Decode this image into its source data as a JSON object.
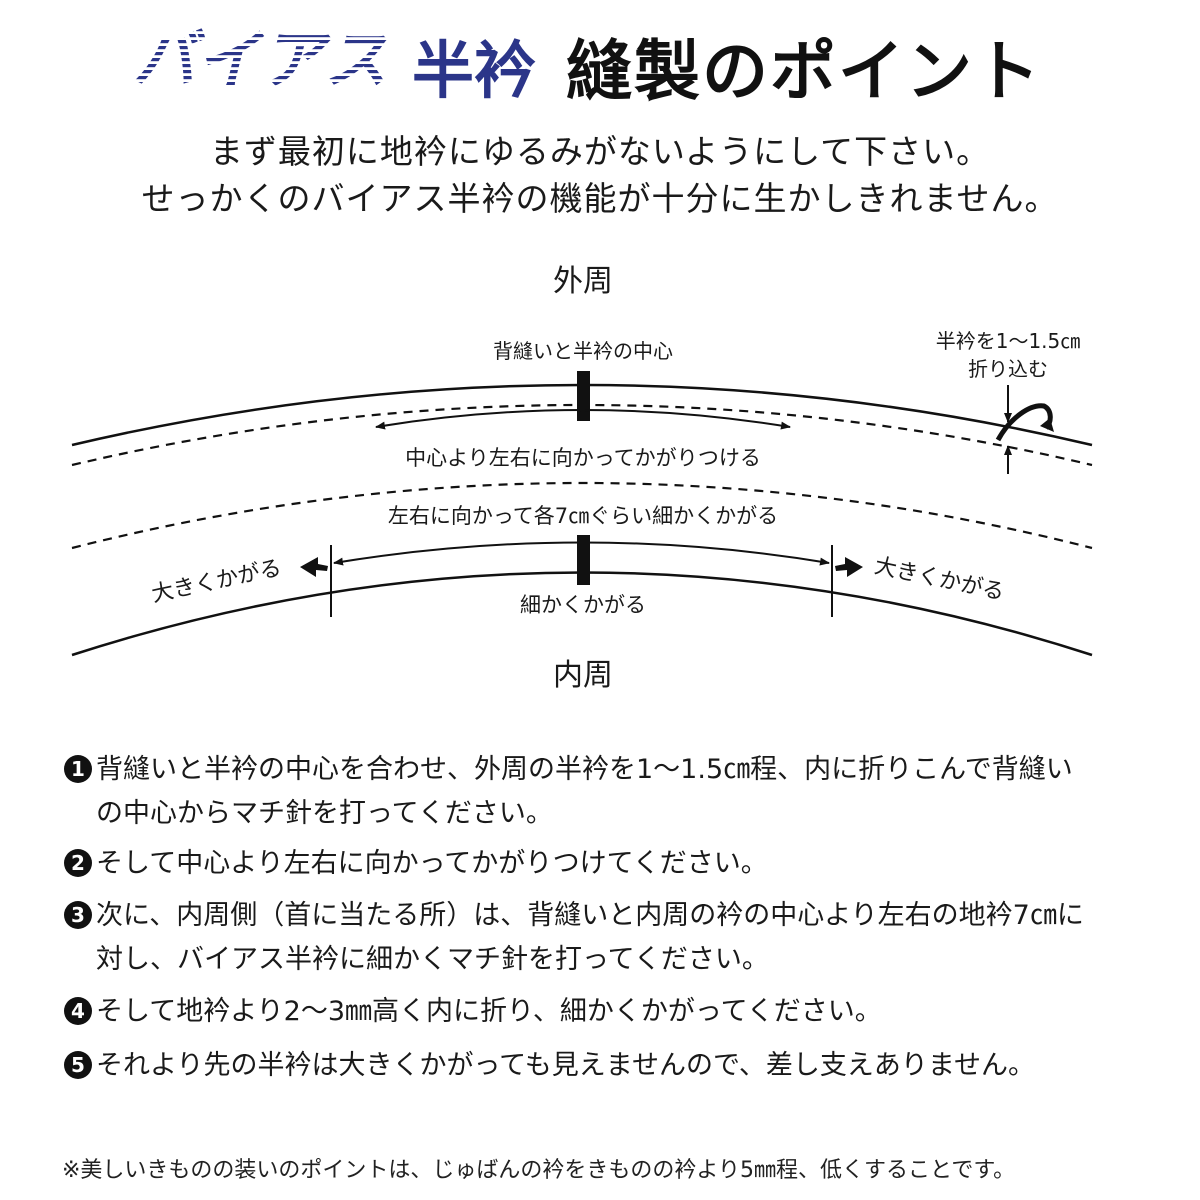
{
  "title": {
    "accent": "バイアス",
    "mid": "半衿",
    "main": "縫製のポイント",
    "colors": {
      "accent": "#2b3589",
      "text": "#111111"
    }
  },
  "intro": {
    "line1": "まず最初に地衿にゆるみがないようにして下さい。",
    "line2": "せっかくのバイアス半衿の機能が十分に生かしきれません。"
  },
  "diagram": {
    "outer_label": "外周",
    "inner_label": "内周",
    "center_label": "背縫いと半衿の中心",
    "fold_label_1": "半衿を1～1.5㎝",
    "fold_label_2": "折り込む",
    "stitch_outward": "中心より左右に向かってかがりつける",
    "fine_range": "左右に向かって各7㎝ぐらい細かくかがる",
    "large_left": "大きくかがる",
    "large_right": "大きくかがる",
    "fine_center": "細かくかがる"
  },
  "steps": [
    {
      "num": "1",
      "line1": "背縫いと半衿の中心を合わせ、外周の半衿を1～1.5㎝程、内に折りこんで背縫い",
      "line2": "の中心からマチ針を打ってください。"
    },
    {
      "num": "2",
      "line1": "そして中心より左右に向かってかがりつけてください。",
      "line2": ""
    },
    {
      "num": "3",
      "line1": "次に、内周側（首に当たる所）は、背縫いと内周の衿の中心より左右の地衿7㎝に",
      "line2": "対し、バイアス半衿に細かくマチ針を打ってください。"
    },
    {
      "num": "4",
      "line1": "そして地衿より2～3㎜高く内に折り、細かくかがってください。",
      "line2": ""
    },
    {
      "num": "5",
      "line1": "それより先の半衿は大きくかがっても見えませんので、差し支えありません。",
      "line2": ""
    }
  ],
  "note": "※美しいきものの装いのポイントは、じゅばんの衿をきものの衿より5㎜程、低くすることです。"
}
